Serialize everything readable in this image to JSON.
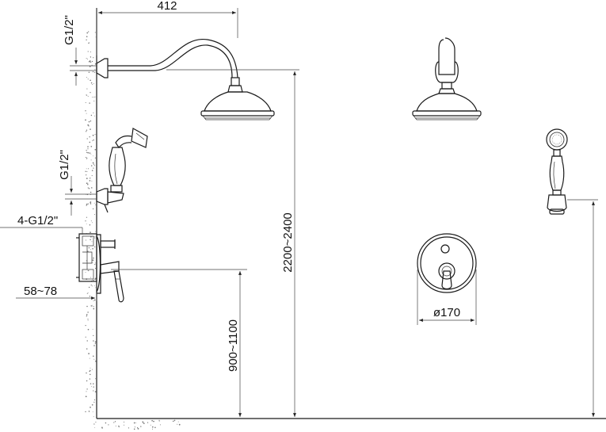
{
  "labels": {
    "arm_reach": "412",
    "thread_top": "G1/2\"",
    "thread_mid": "G1/2\"",
    "valve_outlets": "4-G1/2\"",
    "wall_depth": "58~78",
    "head_height": "2200~2400",
    "valve_height": "900~1100",
    "plate_diameter": "ø170"
  },
  "colors": {
    "line": "#1a1a1a",
    "dimension": "#444444",
    "background": "#ffffff"
  },
  "icons": {
    "arrow": "triangle-arrowhead"
  }
}
